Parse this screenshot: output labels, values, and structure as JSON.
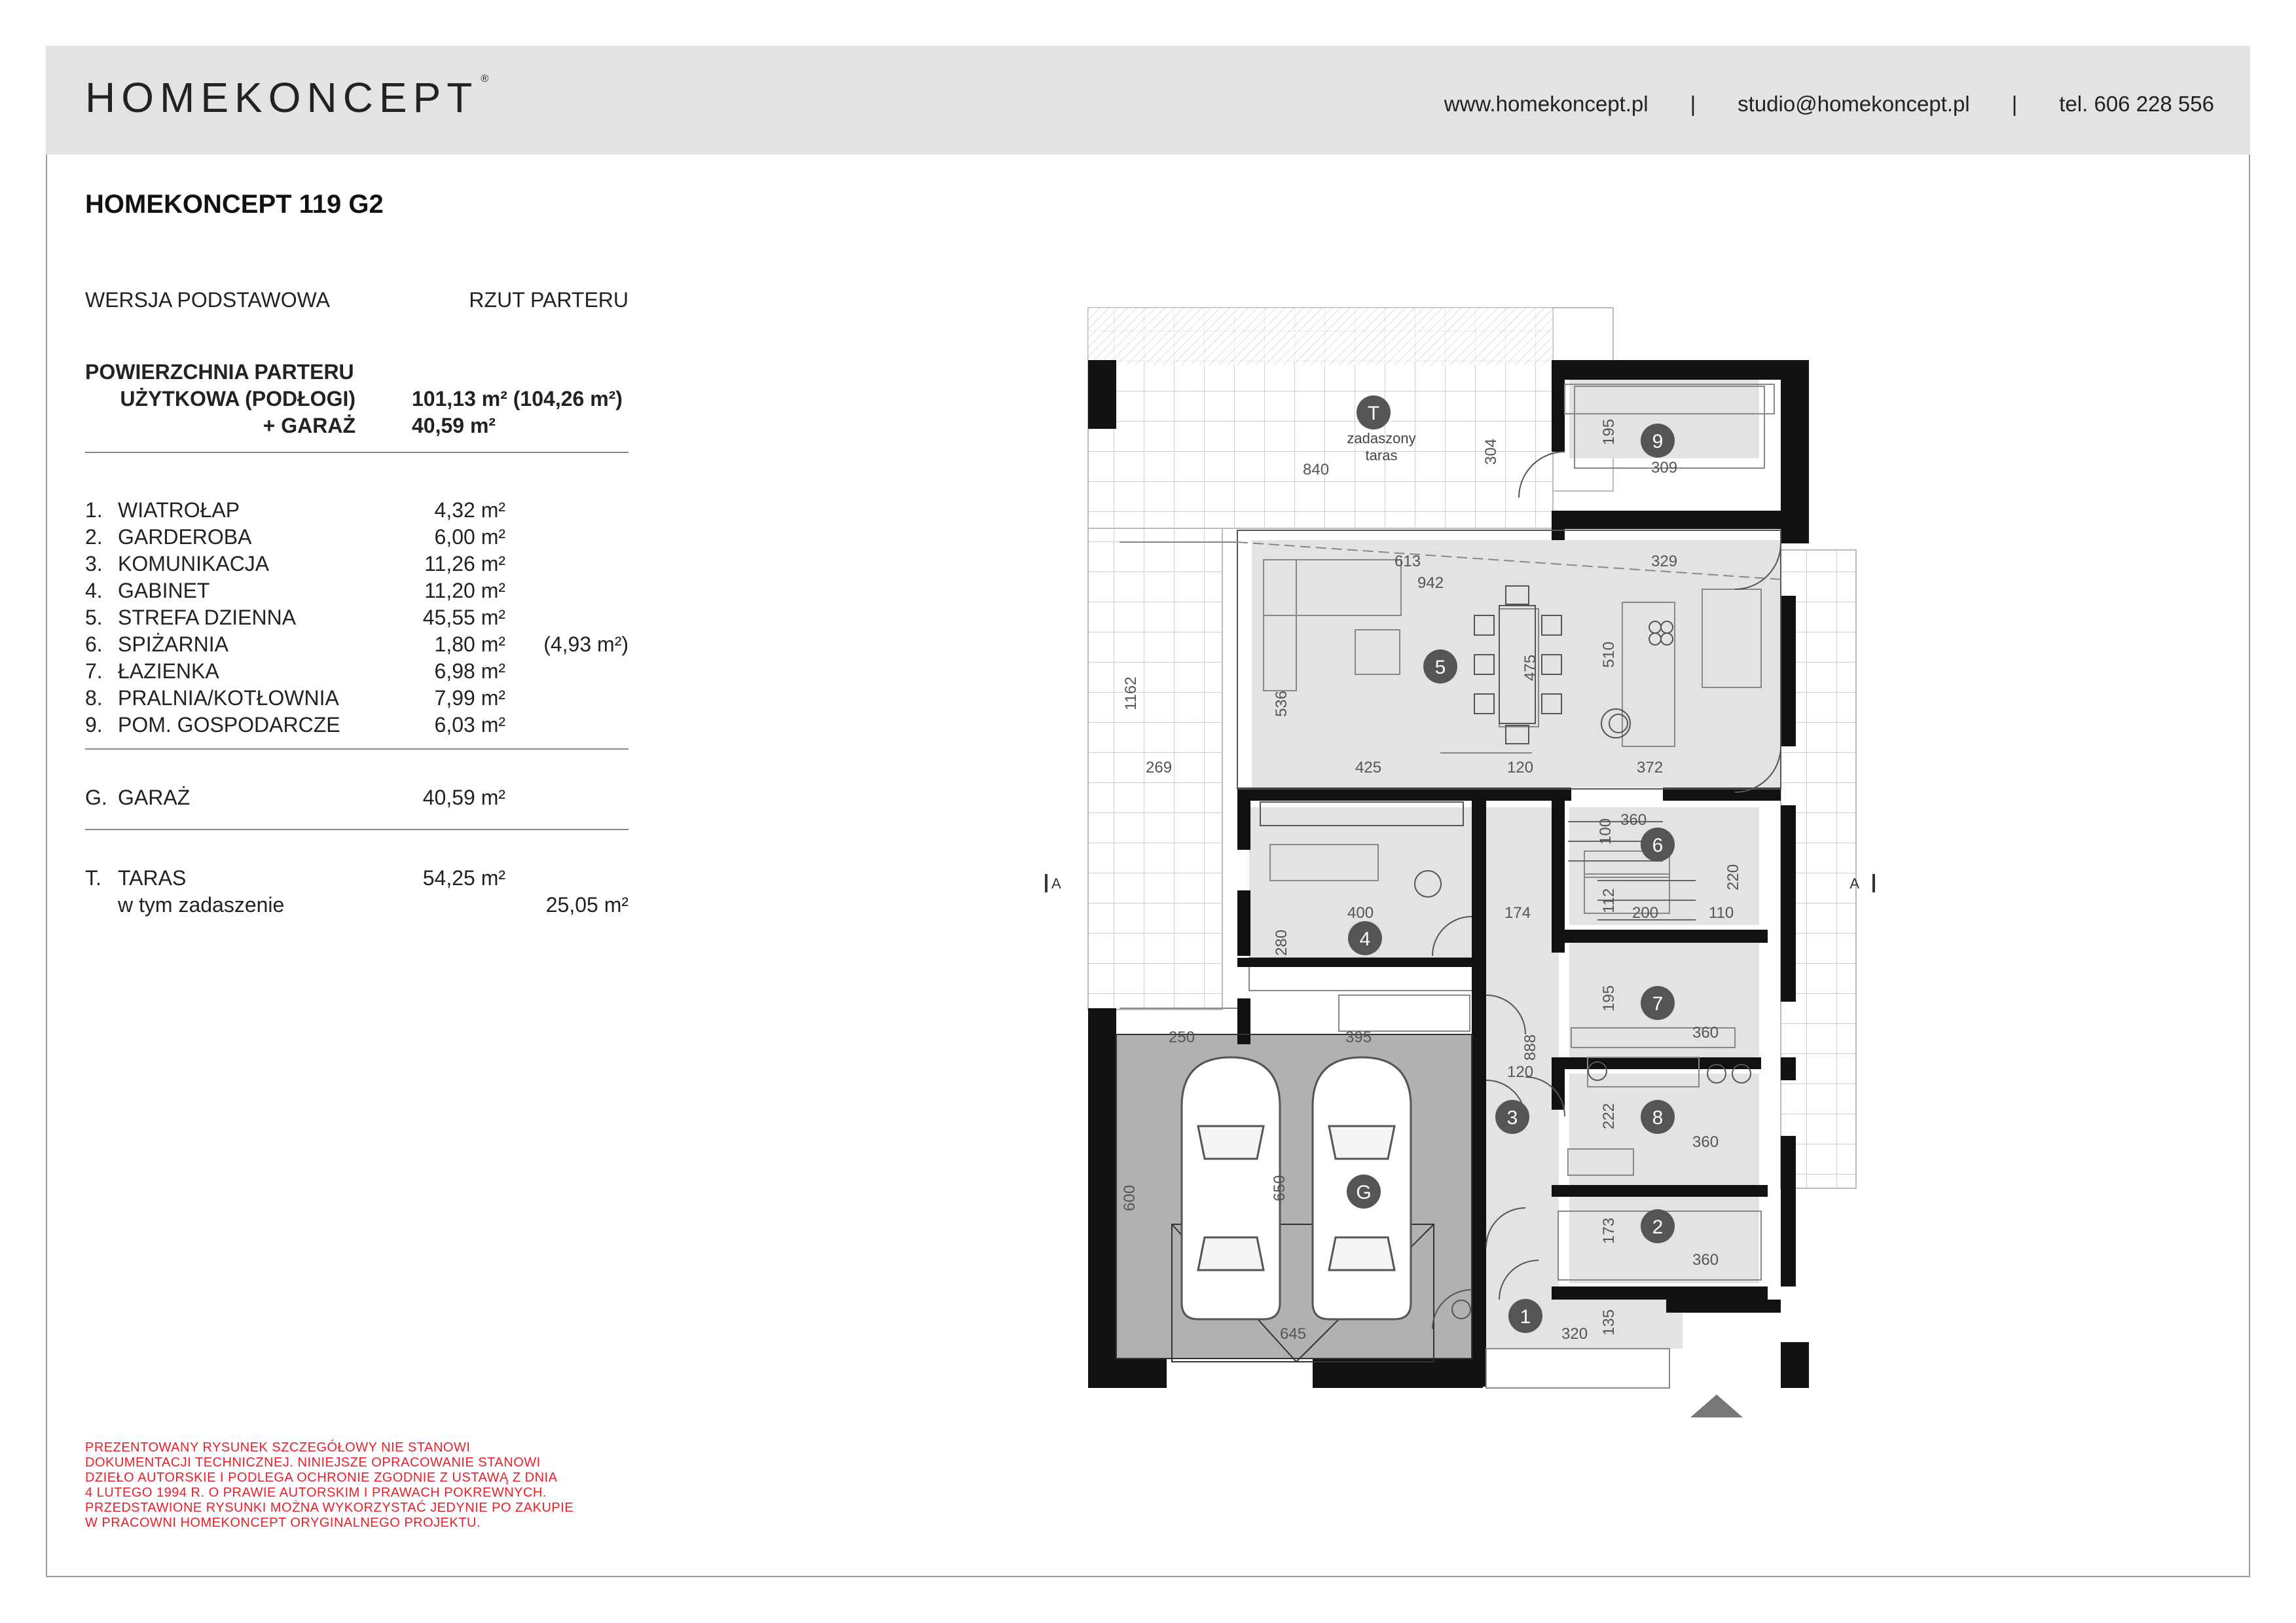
{
  "header": {
    "logo": "HOMEKONCEPT",
    "logo_mark": "®",
    "website": "www.homekoncept.pl",
    "separator": "|",
    "email": "studio@homekoncept.pl",
    "phone": "tel. 606 228 556"
  },
  "project_title": "HOMEKONCEPT 119 G2",
  "panel": {
    "version": "WERSJA PODSTAWOWA",
    "view": "RZUT PARTERU",
    "area_label_1": "POWIERZCHNIA PARTERU",
    "area_label_2": "UŻYTKOWA (PODŁOGI)",
    "area_value": "101,13 m² (104,26 m²)",
    "garage_label": "+ GARAŻ",
    "garage_value": "40,59 m²",
    "rooms": [
      {
        "num": "1.",
        "name": "WIATROŁAP",
        "area": "4,32 m²",
        "extra": ""
      },
      {
        "num": "2.",
        "name": "GARDEROBA",
        "area": "6,00 m²",
        "extra": ""
      },
      {
        "num": "3.",
        "name": "KOMUNIKACJA",
        "area": "11,26 m²",
        "extra": ""
      },
      {
        "num": "4.",
        "name": "GABINET",
        "area": "11,20 m²",
        "extra": ""
      },
      {
        "num": "5.",
        "name": "STREFA DZIENNA",
        "area": "45,55 m²",
        "extra": ""
      },
      {
        "num": "6.",
        "name": "SPIŻARNIA",
        "area": "1,80 m²",
        "extra": "(4,93 m²)"
      },
      {
        "num": "7.",
        "name": "ŁAZIENKA",
        "area": "6,98 m²",
        "extra": ""
      },
      {
        "num": "8.",
        "name": "PRALNIA/KOTŁOWNIA",
        "area": "7,99 m²",
        "extra": ""
      },
      {
        "num": "9.",
        "name": "POM. GOSPODARCZE",
        "area": "6,03 m²",
        "extra": ""
      }
    ],
    "garage": {
      "num": "G.",
      "name": "GARAŻ",
      "area": "40,59 m²"
    },
    "terrace": {
      "num": "T.",
      "name": "TARAS",
      "area": "54,25 m²",
      "covered_label": "w tym zadaszenie",
      "covered_area": "25,05 m²"
    }
  },
  "disclaimer": [
    "PREZENTOWANY RYSUNEK SZCZEGÓŁOWY NIE STANOWI",
    "DOKUMENTACJI TECHNICZNEJ. NINIEJSZE OPRACOWANIE STANOWI",
    "DZIEŁO AUTORSKIE I PODLEGA OCHRONIE ZGODNIE Z USTAWĄ Z DNIA",
    "4 LUTEGO 1994 R. O PRAWIE AUTORSKIM I PRAWACH POKREWNYCH.",
    "PRZEDSTAWIONE RYSUNKI MOŻNA WYKORZYSTAĆ JEDYNIE PO ZAKUPIE",
    "W PRACOWNI HOMEKONCEPT ORYGINALNEGO PROJEKTU."
  ],
  "plan": {
    "markers": {
      "T": "T",
      "r1": "1",
      "r2": "2",
      "r3": "3",
      "r4": "4",
      "r5": "5",
      "r6": "6",
      "r7": "7",
      "r8": "8",
      "r9": "9",
      "G": "G"
    },
    "terrace_label_1": "zadaszony",
    "terrace_label_2": "taras",
    "section_mark": "A",
    "dims": {
      "d840": "840",
      "d304": "304",
      "d195a": "195",
      "d309": "309",
      "d613": "613",
      "d942": "942",
      "d329": "329",
      "d1162": "1162",
      "d536": "536",
      "d475": "475",
      "d510": "510",
      "d269": "269",
      "d425": "425",
      "d120a": "120",
      "d372": "372",
      "d360a": "360",
      "d100": "100",
      "d220": "220",
      "d400": "400",
      "d174": "174",
      "d112": "112",
      "d200": "200",
      "d110": "110",
      "d280": "280",
      "d195b": "195",
      "d360b": "360",
      "d250": "250",
      "d395": "395",
      "d888": "888",
      "d120b": "120",
      "d222": "222",
      "d360c": "360",
      "d600": "600",
      "d650": "650",
      "d173": "173",
      "d360d": "360",
      "d645": "645",
      "d320": "320",
      "d135": "135"
    }
  }
}
